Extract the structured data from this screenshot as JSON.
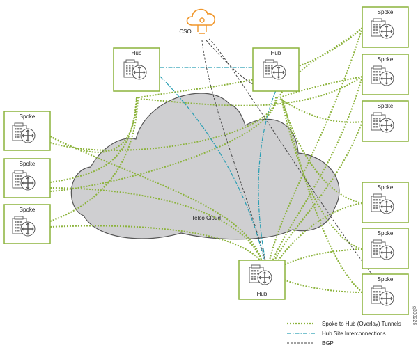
{
  "cso": {
    "label": "CSO"
  },
  "cloud": {
    "label": "Telco Cloud"
  },
  "hubs": [
    {
      "label": "Hub"
    },
    {
      "label": "Hub"
    },
    {
      "label": "Hub"
    }
  ],
  "spokes": [
    {
      "label": "Spoke"
    },
    {
      "label": "Spoke"
    },
    {
      "label": "Spoke"
    },
    {
      "label": "Spoke"
    },
    {
      "label": "Spoke"
    },
    {
      "label": "Spoke"
    },
    {
      "label": "Spoke"
    },
    {
      "label": "Spoke"
    },
    {
      "label": "Spoke"
    }
  ],
  "legend": [
    {
      "label": "Spoke to Hub (Overlay) Tunnels",
      "color": "#8cb33c"
    },
    {
      "label": "Hub Site Interconnections",
      "color": "#2a9fb4"
    },
    {
      "label": "BGP",
      "color": "#333333"
    }
  ],
  "figure_id": "g300226",
  "colors": {
    "box_border": "#8cb33c",
    "cloud_fill": "#cfcfd1",
    "cso_orange": "#f0962a"
  }
}
